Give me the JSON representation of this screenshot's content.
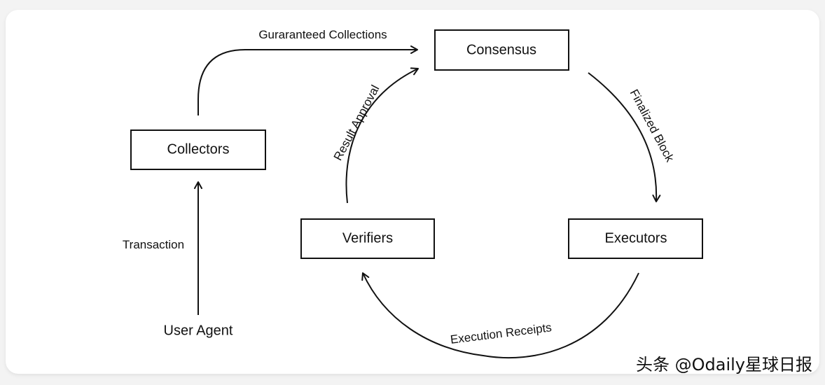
{
  "nodes": {
    "consensus": "Consensus",
    "collectors": "Collectors",
    "verifiers": "Verifiers",
    "executors": "Executors",
    "user_agent": "User Agent"
  },
  "edges": {
    "guaranteed_collections": "Guraranteed Collections",
    "finalized_block": "Finalized Block",
    "execution_receipts": "Execution Receipts",
    "result_approval": "Result Approval",
    "transaction": "Transaction"
  },
  "watermark": "头条 @Odaily星球日报"
}
